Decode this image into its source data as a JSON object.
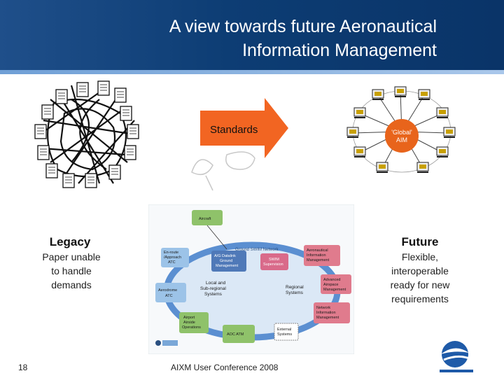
{
  "header": {
    "title_line1": "A view towards future Aeronautical",
    "title_line2": "Information Management"
  },
  "arrow": {
    "label": "Standards"
  },
  "network": {
    "label_line1": "'Global'",
    "label_line2": "AIM"
  },
  "legacy": {
    "title": "Legacy",
    "description": [
      "Paper unable",
      "to handle",
      "demands"
    ]
  },
  "future": {
    "title": "Future",
    "description": [
      "Flexible,",
      "interoperable",
      "ready for new",
      "requirements"
    ]
  },
  "swim_diagram": {
    "ring_label": "Ground SWIM Network",
    "nodes": {
      "aircraft": "Aircraft",
      "enroute_line1": "En-route",
      "enroute_line2": "/Approach",
      "enroute_line3": "ATC",
      "ag_line1": "A/G Datalink",
      "ag_line2": "Ground",
      "ag_line3": "Management",
      "swim_line1": "SWIM",
      "swim_line2": "Supervision",
      "aero_line1": "Aeronautical",
      "aero_line2": "Information",
      "aero_line3": "Management",
      "aerodrome_line1": "Aerodrome",
      "aerodrome_line2": "ATC",
      "local_line1": "Local and",
      "local_line2": "Sub-regional",
      "local_line3": "Systems",
      "regional_line1": "Regional",
      "regional_line2": "Systems",
      "advanced_line1": "Advanced",
      "advanced_line2": "Airspace",
      "advanced_line3": "Management",
      "network_line1": "Network",
      "network_line2": "Information",
      "network_line3": "Management",
      "airport_line1": "Airport",
      "airport_line2": "Airside",
      "airport_line3": "Operations",
      "aoc": "AOC ATM",
      "external_line1": "External",
      "external_line2": "Systems"
    }
  },
  "footer": {
    "page_number": "18",
    "conference": "AIXM User Conference 2008"
  },
  "colors": {
    "header_blue": "#0d3d74",
    "arrow_orange": "#f26522",
    "globe_orange": "#e8641b",
    "ring_blue": "#5b8fd1",
    "node_green": "#8fc26a",
    "node_pink": "#e07b8d"
  }
}
